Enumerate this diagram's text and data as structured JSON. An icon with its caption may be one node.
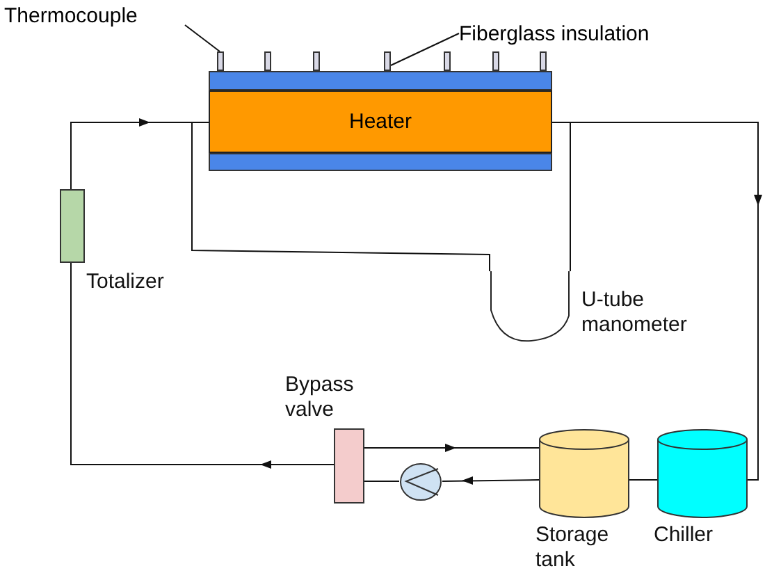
{
  "diagram": {
    "nodes": [
      {
        "text": [
          "Thermocouple"
        ]
      },
      {
        "text": [
          "Fiberglass insulation"
        ]
      },
      {
        "text": [],
        "shape": "bar"
      },
      {
        "text": [],
        "shape": "bar"
      },
      {
        "text": [],
        "shape": "bar"
      },
      {
        "text": [],
        "shape": "bar"
      },
      {
        "text": [],
        "shape": "bar"
      },
      {
        "text": [],
        "shape": "bar"
      },
      {
        "text": [],
        "shape": "bar"
      },
      {
        "text": [],
        "shape": "box"
      },
      {
        "text": [
          "Heater"
        ]
      },
      {
        "text": [],
        "shape": "box"
      },
      {
        "text": [
          "Totalizer"
        ]
      },
      {
        "text": [
          "U-tube manometer"
        ]
      },
      {
        "text": [
          "Bypass valve"
        ]
      },
      {
        "text": [],
        "shape": "circle"
      },
      {
        "text": [
          "Storage tank"
        ]
      },
      {
        "text": [
          "Chiller"
        ]
      }
    ],
    "edges": [
      {
        "from": 0,
        "to": 2,
        "arrow": "none"
      },
      {
        "from": 1,
        "to": 5,
        "arrow": "none"
      },
      {
        "from": 12,
        "to": 10,
        "arrow": "to"
      },
      {
        "from": 10,
        "to": 13,
        "arrow": "none"
      },
      {
        "from": 13,
        "to": 10,
        "arrow": "none"
      },
      {
        "from": 10,
        "to": 17,
        "arrow": "to"
      },
      {
        "from": 17,
        "to": 16,
        "arrow": "none"
      },
      {
        "from": 16,
        "to": 15,
        "arrow": "to"
      },
      {
        "from": 15,
        "to": 14,
        "arrow": "none"
      },
      {
        "from": 14,
        "to": 12,
        "arrow": "to"
      },
      {
        "from": 14,
        "to": 16,
        "arrow": "to"
      }
    ]
  }
}
